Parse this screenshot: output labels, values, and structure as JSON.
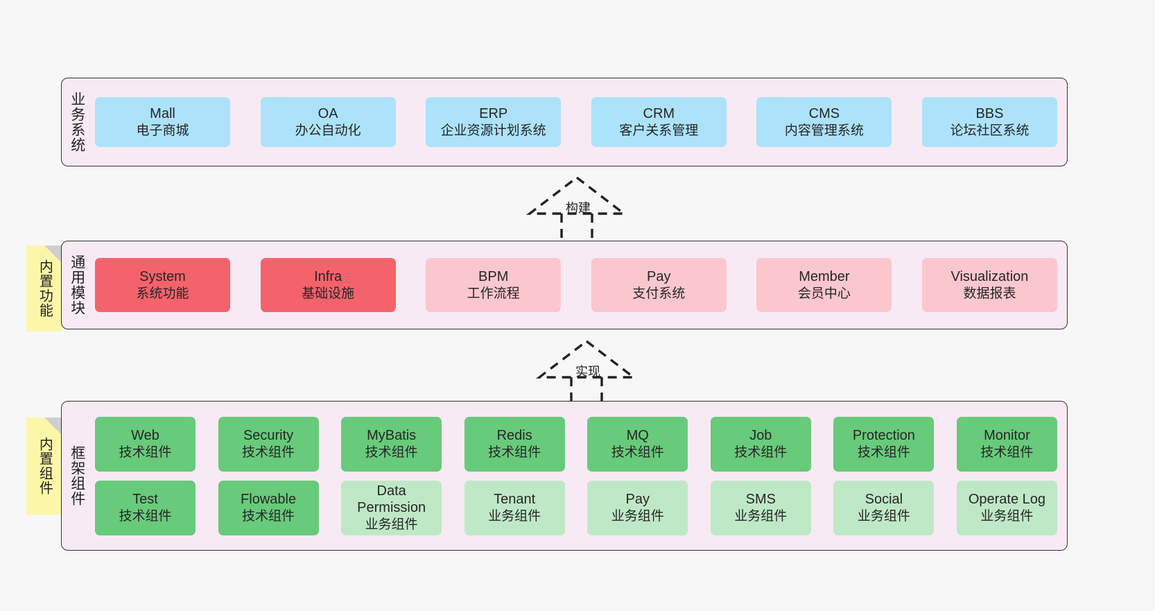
{
  "colors": {
    "layer_bg": "#f8eaf4",
    "layer_border": "#333333",
    "business_card": "#ace3fb",
    "core_module_card": "#f4636b",
    "module_card": "#fbc7ce",
    "tech_component_card": "#68ca7b",
    "biz_component_card": "#bfe9c6",
    "sticky_note": "#fcf7a8",
    "canvas_bg": "#f7f7f7"
  },
  "layers": {
    "business": {
      "title": "业务系统",
      "cards": [
        {
          "name": "Mall",
          "desc": "电子商城"
        },
        {
          "name": "OA",
          "desc": "办公自动化"
        },
        {
          "name": "ERP",
          "desc": "企业资源计划系统"
        },
        {
          "name": "CRM",
          "desc": "客户关系管理"
        },
        {
          "name": "CMS",
          "desc": "内容管理系统"
        },
        {
          "name": "BBS",
          "desc": "论坛社区系统"
        }
      ]
    },
    "common": {
      "title": "通用模块",
      "sticky": "内置功能",
      "cards": [
        {
          "name": "System",
          "desc": "系统功能",
          "variant": "c-red"
        },
        {
          "name": "Infra",
          "desc": "基础设施",
          "variant": "c-red"
        },
        {
          "name": "BPM",
          "desc": "工作流程",
          "variant": "c-pink"
        },
        {
          "name": "Pay",
          "desc": "支付系统",
          "variant": "c-pink"
        },
        {
          "name": "Member",
          "desc": "会员中心",
          "variant": "c-pink"
        },
        {
          "name": "Visualization",
          "desc": "数据报表",
          "variant": "c-pink"
        }
      ]
    },
    "framework": {
      "title": "框架组件",
      "sticky": "内置组件",
      "row1": [
        {
          "name": "Web",
          "desc": "技术组件",
          "variant": "c-green"
        },
        {
          "name": "Security",
          "desc": "技术组件",
          "variant": "c-green"
        },
        {
          "name": "MyBatis",
          "desc": "技术组件",
          "variant": "c-green"
        },
        {
          "name": "Redis",
          "desc": "技术组件",
          "variant": "c-green"
        },
        {
          "name": "MQ",
          "desc": "技术组件",
          "variant": "c-green"
        },
        {
          "name": "Job",
          "desc": "技术组件",
          "variant": "c-green"
        },
        {
          "name": "Protection",
          "desc": "技术组件",
          "variant": "c-green"
        },
        {
          "name": "Monitor",
          "desc": "技术组件",
          "variant": "c-green"
        }
      ],
      "row2": [
        {
          "name": "Test",
          "desc": "技术组件",
          "variant": "c-green"
        },
        {
          "name": "Flowable",
          "desc": "技术组件",
          "variant": "c-green"
        },
        {
          "name": "Data Permission",
          "desc": "业务组件",
          "variant": "c-greenlight"
        },
        {
          "name": "Tenant",
          "desc": "业务组件",
          "variant": "c-greenlight"
        },
        {
          "name": "Pay",
          "desc": "业务组件",
          "variant": "c-greenlight"
        },
        {
          "name": "SMS",
          "desc": "业务组件",
          "variant": "c-greenlight"
        },
        {
          "name": "Social",
          "desc": "业务组件",
          "variant": "c-greenlight"
        },
        {
          "name": "Operate Log",
          "desc": "业务组件",
          "variant": "c-greenlight"
        }
      ]
    }
  },
  "connectors": [
    {
      "label": "构建"
    },
    {
      "label": "实现"
    }
  ]
}
